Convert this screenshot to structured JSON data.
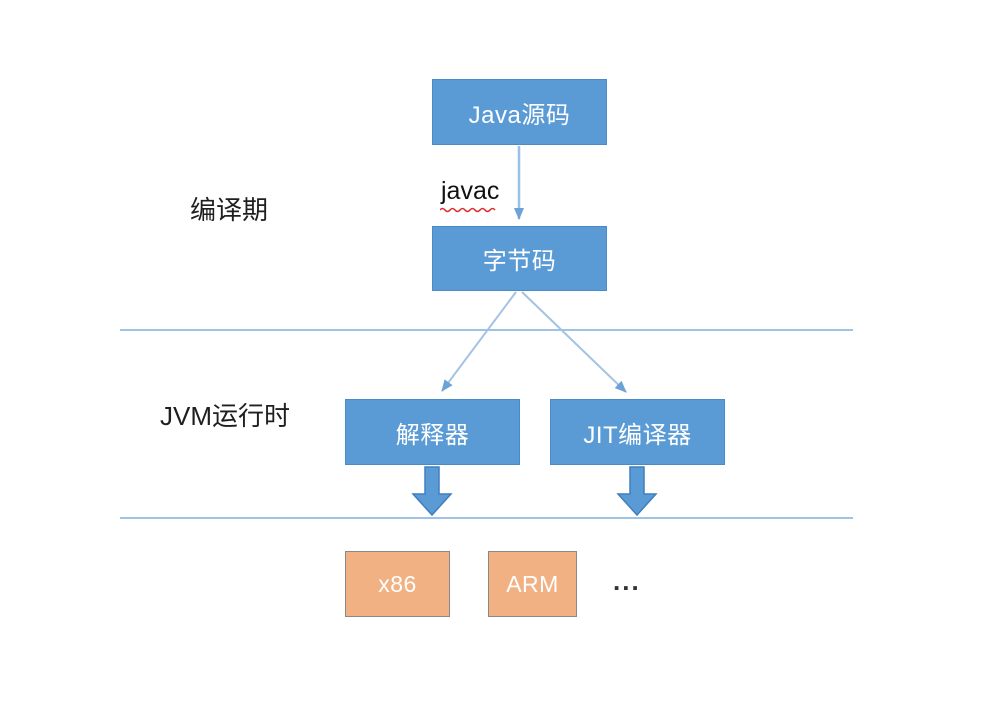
{
  "diagram": {
    "phases": {
      "compile_label": "编译期",
      "runtime_label": "JVM运行时"
    },
    "nodes": {
      "java_source": "Java源码",
      "bytecode": "字节码",
      "interpreter": "解释器",
      "jit_compiler": "JIT编译器",
      "x86": "x86",
      "arm": "ARM",
      "ellipsis": "..."
    },
    "edges": {
      "javac_label": "javac"
    },
    "colors": {
      "node_fill_blue": "#5b9bd5",
      "node_fill_orange": "#f2b183",
      "node_border_orange": "#898989",
      "separator_blue": "#9dc3e6",
      "block_arrow_blue": "#5b9bd5",
      "connector_light_blue": "#a4c2e2",
      "arrowhead_blue": "#6ca2d8",
      "squiggle_red": "#dd2f2f",
      "text_dark": "#1f1f1f",
      "text_light": "#ffffff"
    }
  }
}
